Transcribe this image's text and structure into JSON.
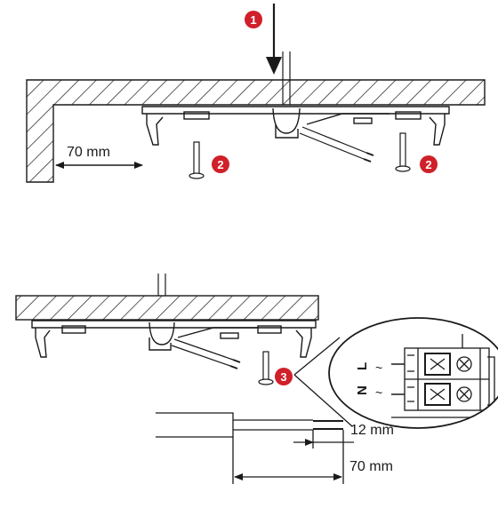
{
  "step_badges": {
    "step1": "1",
    "step2": "2",
    "step3": "3"
  },
  "dimensions": {
    "wall_clearance": "70 mm",
    "strip_length": "12 mm",
    "jacket_strip_length": "70 mm"
  },
  "terminal_labels": {
    "line": "L",
    "neutral": "N"
  },
  "colors": {
    "badge": "#d0202a",
    "line": "#1a1a1a",
    "hatch": "#1a1a1a"
  },
  "icons": [
    "down-arrow-icon",
    "screw-icon",
    "wire-icon",
    "terminal-block-icon",
    "magnifier-callout-icon"
  ]
}
